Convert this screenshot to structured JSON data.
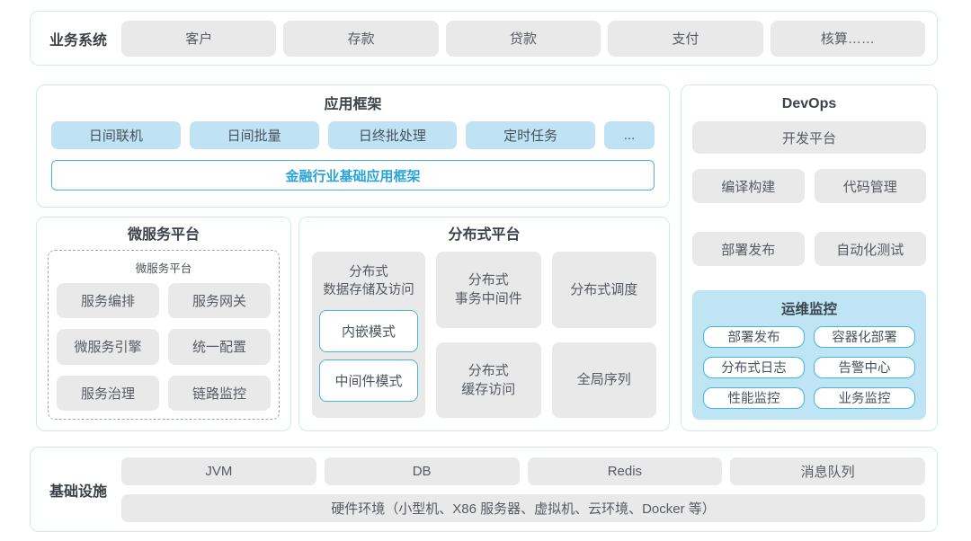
{
  "colors": {
    "panel_border": "#cdeaf2",
    "gray_box": "#e9e9ea",
    "blue_box": "#bfe3f4",
    "cyan_border": "#45b7d2",
    "cyan_text": "#2aa4d8",
    "monitor_bg": "#bfe4f4"
  },
  "business": {
    "label": "业务系统",
    "items": [
      "客户",
      "存款",
      "贷款",
      "支付",
      "核算……"
    ]
  },
  "app_framework": {
    "title": "应用框架",
    "modules": [
      "日间联机",
      "日间批量",
      "日终批处理",
      "定时任务",
      "..."
    ],
    "base_framework": "金融行业基础应用框架"
  },
  "microservice": {
    "title": "微服务平台",
    "inner_title": "微服务平台",
    "items": [
      "服务编排",
      "服务网关",
      "微服务引擎",
      "统一配置",
      "服务治理",
      "链路监控"
    ]
  },
  "distributed": {
    "title": "分布式平台",
    "storage": {
      "label": "分布式\n数据存储及访问",
      "modes": [
        "内嵌模式",
        "中间件模式"
      ]
    },
    "cells": [
      "分布式\n事务中间件",
      "分布式调度",
      "分布式\n缓存访问",
      "全局序列"
    ]
  },
  "devops": {
    "title": "DevOps",
    "platform": "开发平台",
    "tools": [
      "编译构建",
      "代码管理",
      "部署发布",
      "自动化测试"
    ],
    "monitoring": {
      "title": "运维监控",
      "items": [
        "部署发布",
        "容器化部署",
        "分布式日志",
        "告警中心",
        "性能监控",
        "业务监控"
      ]
    }
  },
  "infrastructure": {
    "label": "基础设施",
    "components": [
      "JVM",
      "DB",
      "Redis",
      "消息队列"
    ],
    "hardware": "硬件环境（小型机、X86 服务器、虚拟机、云环境、Docker 等）"
  }
}
